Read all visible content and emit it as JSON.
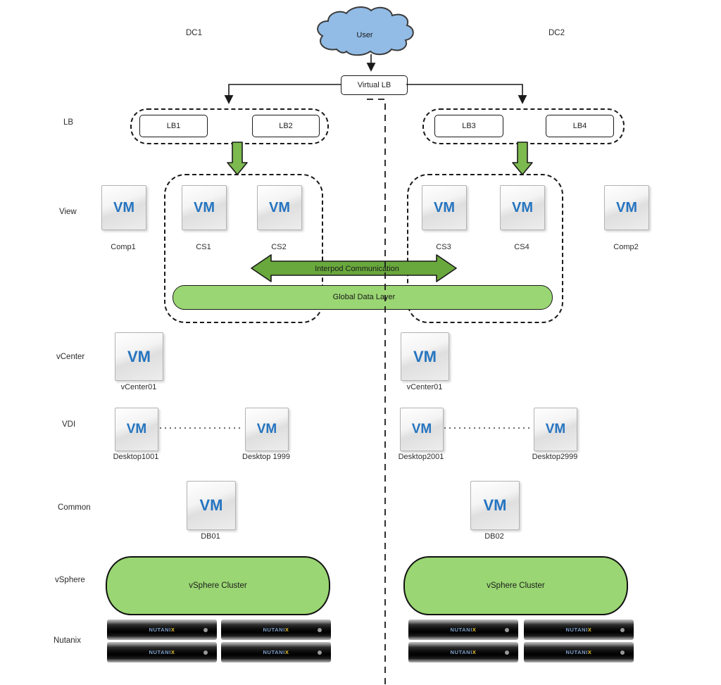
{
  "dc_labels": {
    "dc1": "DC1",
    "dc2": "DC2"
  },
  "row_labels": {
    "lb": "LB",
    "view": "View",
    "vcenter": "vCenter",
    "vdi": "VDI",
    "common": "Common",
    "vsphere": "vSphere",
    "nutanix": "Nutanix"
  },
  "cloud": {
    "label": "User"
  },
  "virtual_lb": {
    "label": "Virtual LB"
  },
  "load_balancers": [
    {
      "label": "LB1"
    },
    {
      "label": "LB2"
    },
    {
      "label": "LB3"
    },
    {
      "label": "LB4"
    }
  ],
  "vm_badge": "VM",
  "view_vms": [
    {
      "label": "Comp1"
    },
    {
      "label": "CS1"
    },
    {
      "label": "CS2"
    },
    {
      "label": "CS3"
    },
    {
      "label": "CS4"
    },
    {
      "label": "Comp2"
    }
  ],
  "interpod_arrow": {
    "label": "Interpod Communication"
  },
  "global_data_layer": {
    "label": "Global Data Layer"
  },
  "vcenter_vms": [
    {
      "label": "vCenter01"
    },
    {
      "label": "vCenter01"
    }
  ],
  "vdi_vms": [
    {
      "label": "Desktop1001"
    },
    {
      "label": "Desktop 1999"
    },
    {
      "label": "Desktop2001"
    },
    {
      "label": "Desktop2999"
    }
  ],
  "common_vms": [
    {
      "label": "DB01"
    },
    {
      "label": "DB02"
    }
  ],
  "vsphere_clusters": [
    {
      "label": "vSphere Cluster"
    },
    {
      "label": "vSphere Cluster"
    }
  ],
  "nutanix_brand": {
    "prefix": "NUTANI",
    "x": "X"
  },
  "colors": {
    "pod_green_dark": "#69a83c",
    "arrow_green": "#7cb94e",
    "layer_green": "#9ad673",
    "cluster_green": "#9ad673",
    "vm_blue": "#2574c0",
    "cloud_blue": "#92bce6",
    "nutanix_x_yellow": "#e9c431",
    "nutanix_text_blue": "#7d9fc9"
  }
}
